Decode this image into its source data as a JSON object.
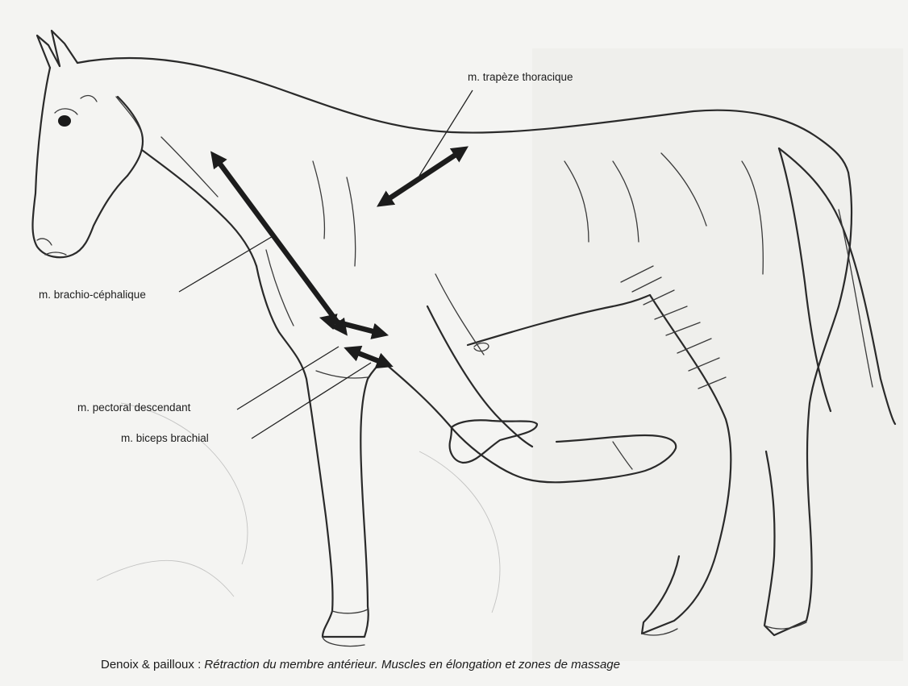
{
  "labels": {
    "trapeze": "m. trapèze thoracique",
    "brachio": "m. brachio-céphalique",
    "pectoral": "m. pectoral descendant",
    "biceps": "m. biceps brachial"
  },
  "caption": {
    "authors": "Denoix & pailloux :",
    "text": "Rétraction du membre antérieur. Muscles en élongation et zones de massage"
  }
}
